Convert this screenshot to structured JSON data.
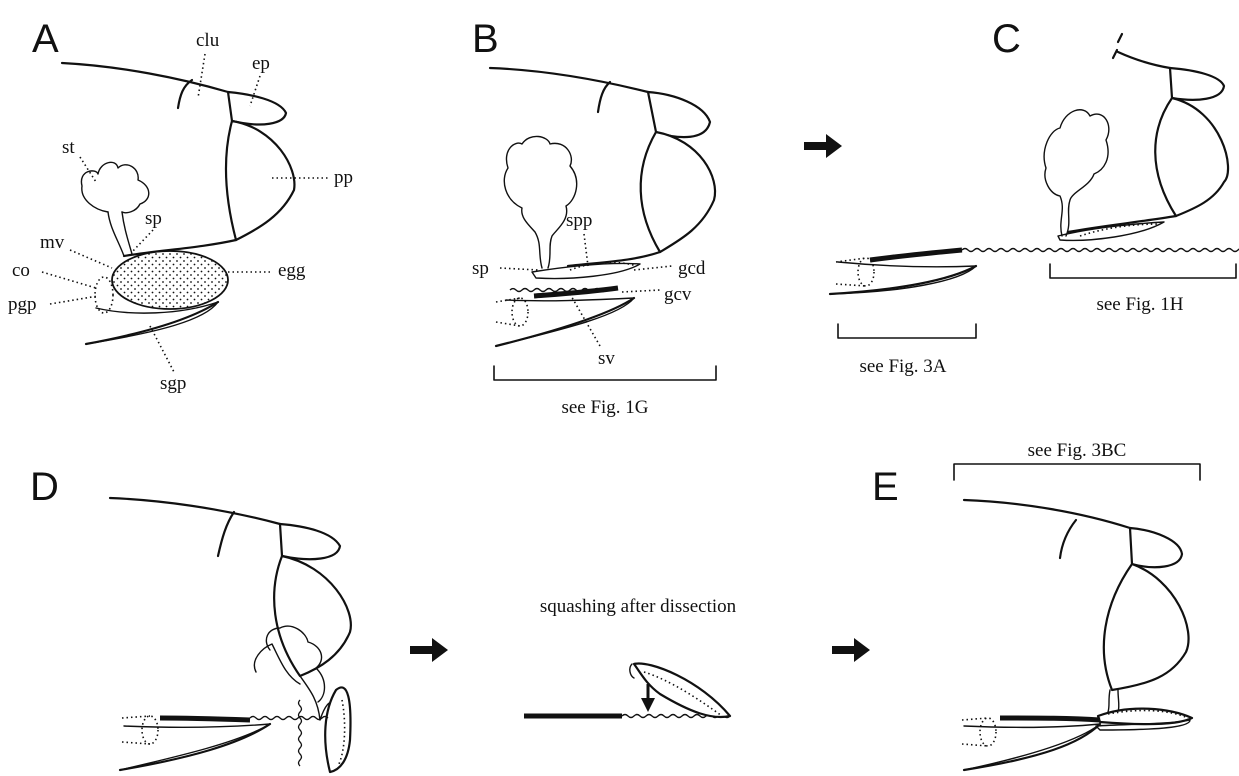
{
  "panels": {
    "A": {
      "letter": "A",
      "labels": {
        "clu": "clu",
        "ep": "ep",
        "pp": "pp",
        "st": "st",
        "sp": "sp",
        "mv": "mv",
        "co": "co",
        "pgp": "pgp",
        "egg": "egg",
        "sgp": "sgp"
      }
    },
    "B": {
      "letter": "B",
      "labels": {
        "spp": "spp",
        "sp": "sp",
        "gcd": "gcd",
        "gcv": "gcv",
        "sv": "sv"
      },
      "caption": "see Fig. 1G"
    },
    "C": {
      "letter": "C",
      "caption_left": "see Fig. 3A",
      "caption_right": "see Fig. 1H"
    },
    "D": {
      "letter": "D"
    },
    "squash": {
      "caption": "squashing after dissection"
    },
    "E": {
      "letter": "E",
      "caption": "see Fig. 3BC"
    }
  }
}
